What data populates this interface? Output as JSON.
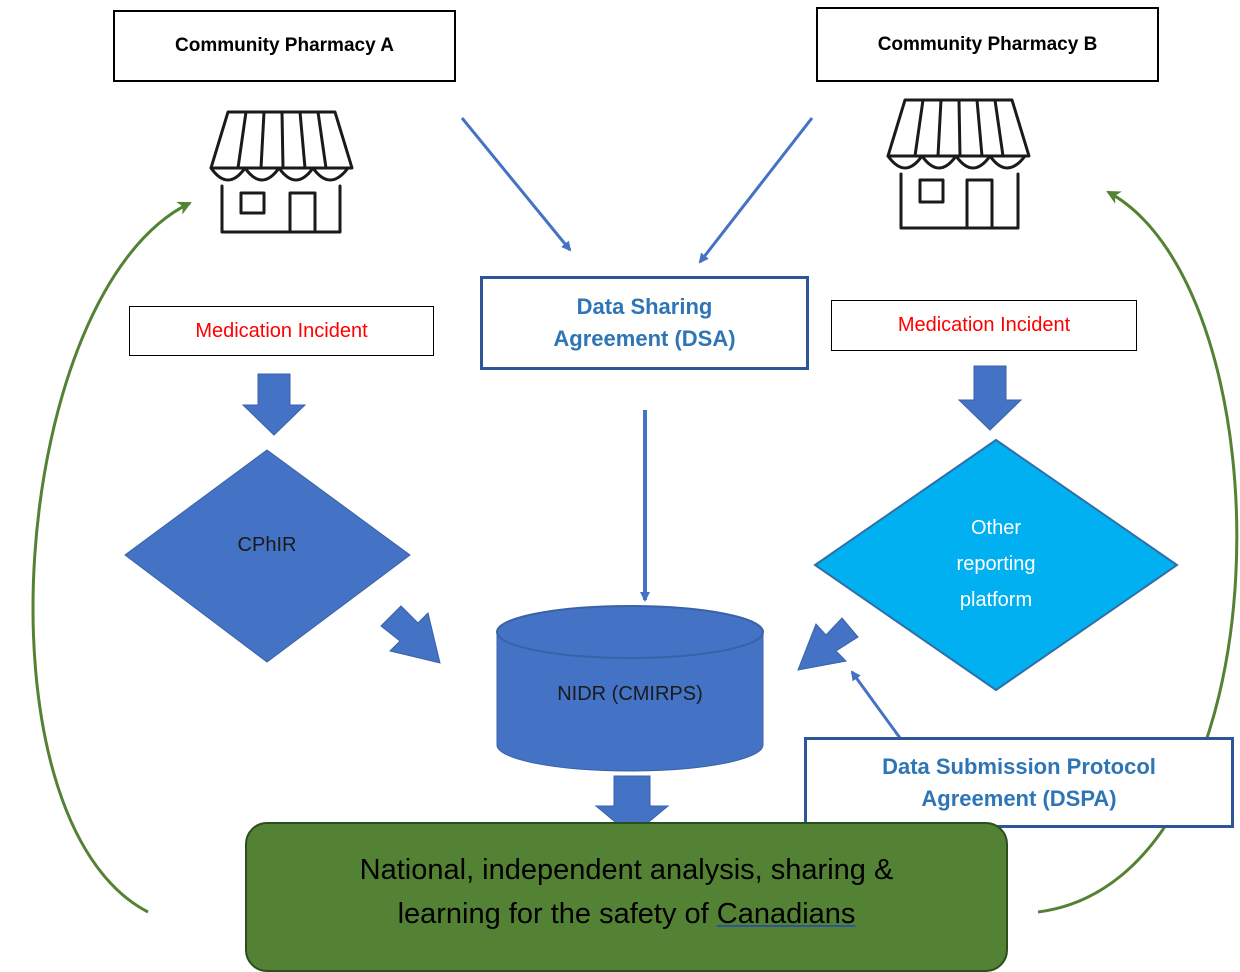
{
  "pharmacy_a": {
    "label": "Community Pharmacy A"
  },
  "pharmacy_b": {
    "label": "Community Pharmacy B"
  },
  "dsa": {
    "line1": "Data Sharing",
    "line2": "Agreement (DSA)"
  },
  "incident_left": {
    "label": "Medication Incident"
  },
  "incident_right": {
    "label": "Medication Incident"
  },
  "cphir": {
    "label": "CPhIR"
  },
  "other_platform": {
    "line1": "Other",
    "line2": "reporting",
    "line3": "platform"
  },
  "nidr": {
    "label": "NIDR (CMIRPS)"
  },
  "dspa": {
    "line1": "Data Submission Protocol",
    "line2": "Agreement (DSPA)"
  },
  "outcome": {
    "line1": "National, independent analysis, sharing &",
    "line2_prefix": "learning for the safety of ",
    "line2_link": "Canadians"
  },
  "colors": {
    "blue_arrow": "#4472c4",
    "blue_text": "#2e75b6",
    "incident_red": "#ff0000",
    "cphir_fill": "#4472c4",
    "other_fill": "#00b0f0",
    "cylinder_fill": "#4472c4",
    "outcome_fill": "#548235",
    "green_arrow": "#548235"
  }
}
